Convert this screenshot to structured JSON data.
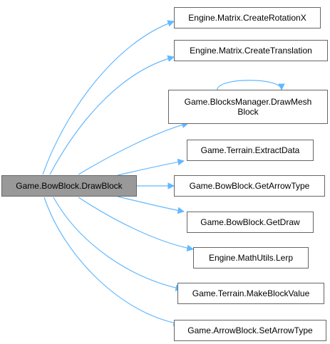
{
  "source": {
    "label": "Game.BowBlock.DrawBlock"
  },
  "targets": [
    {
      "label": "Engine.Matrix.CreateRotationX"
    },
    {
      "label": "Engine.Matrix.CreateTranslation"
    },
    {
      "label": "Game.BlocksManager.DrawMesh\nBlock"
    },
    {
      "label": "Game.Terrain.ExtractData"
    },
    {
      "label": "Game.BowBlock.GetArrowType"
    },
    {
      "label": "Game.BowBlock.GetDraw"
    },
    {
      "label": "Engine.MathUtils.Lerp"
    },
    {
      "label": "Game.Terrain.MakeBlockValue"
    },
    {
      "label": "Game.ArrowBlock.SetArrowType"
    }
  ],
  "colors": {
    "edge": "#63b8ff",
    "source_fill": "#999999",
    "node_border": "#666666"
  }
}
